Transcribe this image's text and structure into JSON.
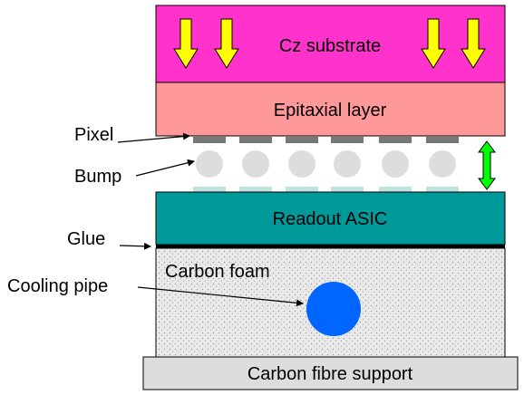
{
  "diagram": {
    "layers": {
      "cz_substrate": {
        "label": "Cz substrate",
        "color": "#ff33cc"
      },
      "epitaxial_layer": {
        "label": "Epitaxial layer",
        "color": "#ff9999"
      },
      "readout_asic": {
        "label": "Readout ASIC",
        "color": "#009999"
      },
      "carbon_foam": {
        "label": "Carbon foam",
        "color": "#e6e6e6"
      },
      "carbon_fibre_support": {
        "label": "Carbon fibre support",
        "color": "#dddddd"
      }
    },
    "callouts": {
      "pixel": "Pixel",
      "bump": "Bump",
      "glue": "Glue",
      "cooling_pipe": "Cooling pipe"
    },
    "colors": {
      "yellow_arrow": "#ffff00",
      "green_arrow": "#00ff00",
      "pixel_pad": "#777777",
      "bump": "#dddddd",
      "asic_pad": "#bfe3e0",
      "cooling_pipe": "#0066ff",
      "glue": "#000000"
    },
    "counts": {
      "pixels": 6,
      "yellow_arrows": 4
    }
  }
}
